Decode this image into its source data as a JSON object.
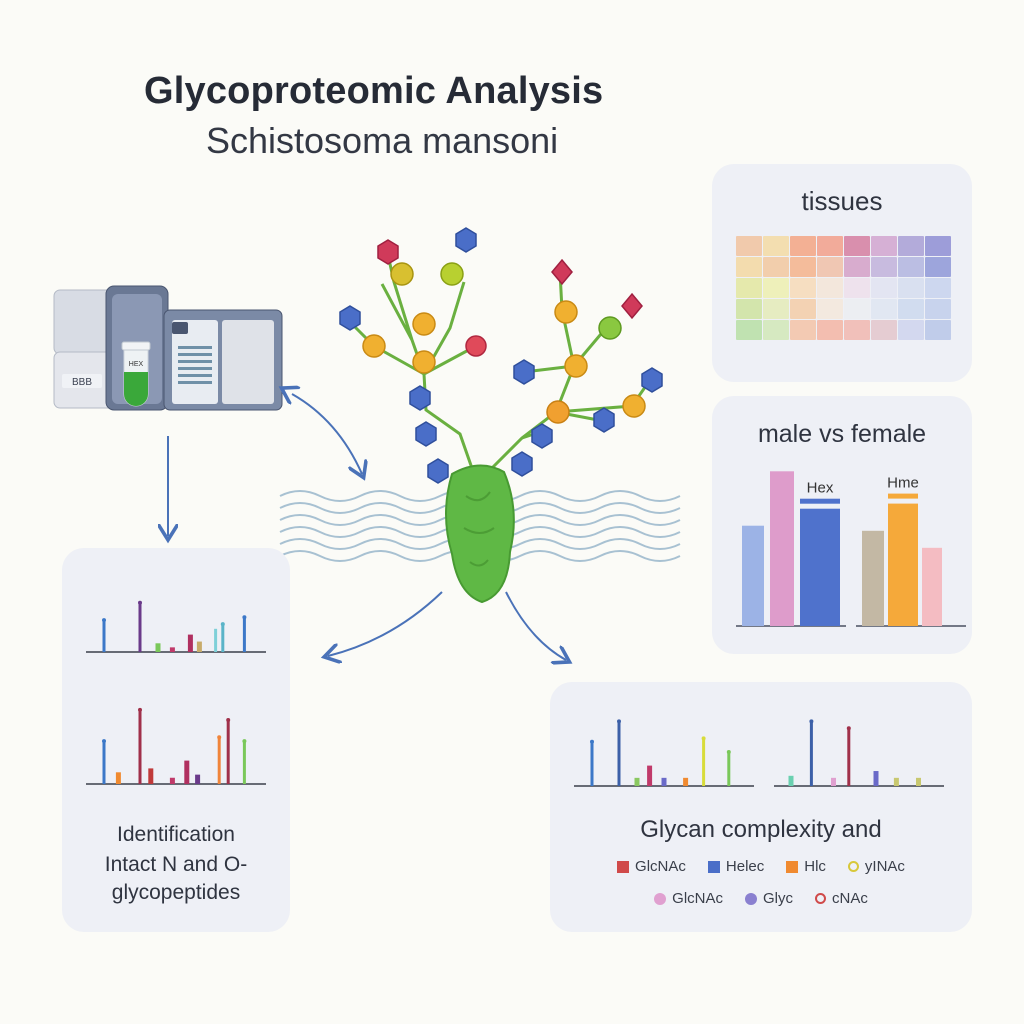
{
  "header": {
    "title": "Glycoproteomic Analysis",
    "subtitle": "Schistosoma mansoni"
  },
  "instrument": {
    "label": "BBB",
    "icon": "mass-spectrometer-icon",
    "vial_label": "HEX"
  },
  "tissues_panel": {
    "heading": "tissues",
    "heatmap_colors": [
      [
        "#f2c4a0",
        "#f4dca4",
        "#f4a683",
        "#f3a08a",
        "#d67fa1",
        "#d2a6d0",
        "#a9a0d6",
        "#8f8fd4"
      ],
      [
        "#f4d9a2",
        "#f3c9a0",
        "#f6b48c",
        "#f1c0a8",
        "#d5a1c8",
        "#c2b2dc",
        "#b3b6e0",
        "#8f98d8"
      ],
      [
        "#e4e8a0",
        "#eff0b0",
        "#f8dcb8",
        "#f5e6d8",
        "#eee0ec",
        "#e2e4f2",
        "#d6def0",
        "#c8d3ee"
      ],
      [
        "#cfe4a0",
        "#e5ecb8",
        "#f4cda8",
        "#f4e8dc",
        "#eceef2",
        "#dfe6f2",
        "#ccd9ee",
        "#c2cfec"
      ],
      [
        "#b8e0a6",
        "#d2e8b8",
        "#f4c4a8",
        "#f5b6a4",
        "#f2b8b0",
        "#e4c6cc",
        "#cfd4ee",
        "#b9c6e8"
      ]
    ]
  },
  "sex_panel": {
    "heading": "male vs female",
    "chart_data": {
      "type": "bar",
      "groups": [
        {
          "name": "male",
          "values": [
            0.59,
            0.91,
            0.69
          ],
          "colors": [
            "#9cb3e6",
            "#de9ccb",
            "#4f72cc"
          ],
          "label": "Hex"
        },
        {
          "name": "female",
          "values": [
            0.56,
            0.72,
            0.46
          ],
          "colors": [
            "#c3b8a4",
            "#f5a93a",
            "#f4bcc2"
          ],
          "label": "Hme"
        }
      ],
      "xlabel": "",
      "ylabel": "",
      "ylim": [
        0,
        1
      ]
    }
  },
  "ident_panel": {
    "line1": "Identification",
    "line2": "Intact N and O-",
    "line3": "glycopeptides",
    "spectra": [
      {
        "peaks": [
          [
            0.1,
            0.55,
            "#3c78c8"
          ],
          [
            0.3,
            0.85,
            "#6a3a8a"
          ],
          [
            0.4,
            0.15,
            "#7ac85a"
          ],
          [
            0.48,
            0.08,
            "#c03a6a"
          ],
          [
            0.58,
            0.3,
            "#b03060"
          ],
          [
            0.63,
            0.18,
            "#c8ac6a"
          ],
          [
            0.72,
            0.4,
            "#7ed0d8"
          ],
          [
            0.76,
            0.48,
            "#5ab4c8"
          ],
          [
            0.88,
            0.6,
            "#3c78c8"
          ]
        ]
      },
      {
        "peaks": [
          [
            0.1,
            0.55,
            "#3c78c8"
          ],
          [
            0.18,
            0.15,
            "#f08a30"
          ],
          [
            0.3,
            0.95,
            "#a0304a"
          ],
          [
            0.36,
            0.2,
            "#c03a3a"
          ],
          [
            0.48,
            0.08,
            "#c03a6a"
          ],
          [
            0.56,
            0.3,
            "#b03060"
          ],
          [
            0.62,
            0.12,
            "#6a3a8a"
          ],
          [
            0.74,
            0.6,
            "#f0843a"
          ],
          [
            0.79,
            0.82,
            "#a0304a"
          ],
          [
            0.88,
            0.55,
            "#7ac85a"
          ]
        ]
      }
    ]
  },
  "complexity_panel": {
    "heading": "Glycan complexity and",
    "legend_row1": [
      {
        "label": "GlcNAc",
        "color": "#d04a4a",
        "shape": "square"
      },
      {
        "label": "Helec",
        "color": "#4a6ec8",
        "shape": "square"
      },
      {
        "label": "Hlc",
        "color": "#f08a30",
        "shape": "square"
      },
      {
        "label": "yINAc",
        "color": "#d8c83a",
        "shape": "glyph"
      }
    ],
    "legend_row2": [
      {
        "label": "GlcNAc",
        "color": "#e0a0d0",
        "shape": "circle"
      },
      {
        "label": "Glyc",
        "color": "#8a80d0",
        "shape": "circle"
      },
      {
        "label": "cNAc",
        "color": "#d04a4a",
        "shape": "glyph"
      }
    ],
    "spectra": [
      {
        "peaks": [
          [
            0.1,
            0.65,
            "#3c78c8"
          ],
          [
            0.25,
            0.95,
            "#3c60a8"
          ],
          [
            0.35,
            0.12,
            "#8ac860"
          ],
          [
            0.42,
            0.3,
            "#c03a6a"
          ],
          [
            0.5,
            0.12,
            "#6a6ac8"
          ],
          [
            0.62,
            0.12,
            "#f08a30"
          ],
          [
            0.72,
            0.7,
            "#d8dc3a"
          ],
          [
            0.86,
            0.5,
            "#7ac85a"
          ]
        ]
      },
      {
        "peaks": [
          [
            0.1,
            0.15,
            "#6ad0b0"
          ],
          [
            0.22,
            0.95,
            "#3c60a8"
          ],
          [
            0.35,
            0.12,
            "#e0a0d0"
          ],
          [
            0.44,
            0.85,
            "#a0304a"
          ],
          [
            0.6,
            0.22,
            "#6a6ac8"
          ],
          [
            0.72,
            0.12,
            "#c8c870"
          ],
          [
            0.85,
            0.12,
            "#c8c870"
          ]
        ]
      }
    ]
  },
  "colors": {
    "arrow": "#4a72b8",
    "membrane": "#8fb0c8",
    "protein": "#5fb845",
    "linker": "#6ab040"
  }
}
